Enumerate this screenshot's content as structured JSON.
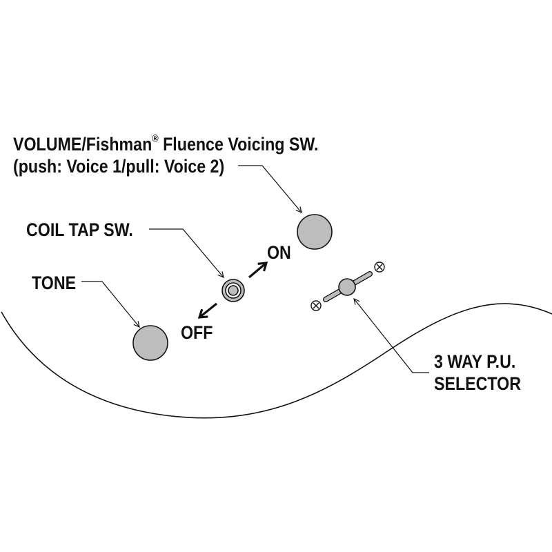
{
  "labels": {
    "volume_line1_a": "VOLUME/Fishman",
    "volume_reg": "®",
    "volume_line1_b": " Fluence Voicing SW.",
    "volume_line2": "(push: Voice 1/pull: Voice 2)",
    "coil_tap": "COIL TAP SW.",
    "on": "ON",
    "off": "OFF",
    "tone": "TONE",
    "selector_line1": "3 WAY P.U.",
    "selector_line2": "SELECTOR"
  },
  "colors": {
    "knob_fill": "#bdbdbd",
    "stroke": "#111111",
    "background": "#ffffff"
  }
}
